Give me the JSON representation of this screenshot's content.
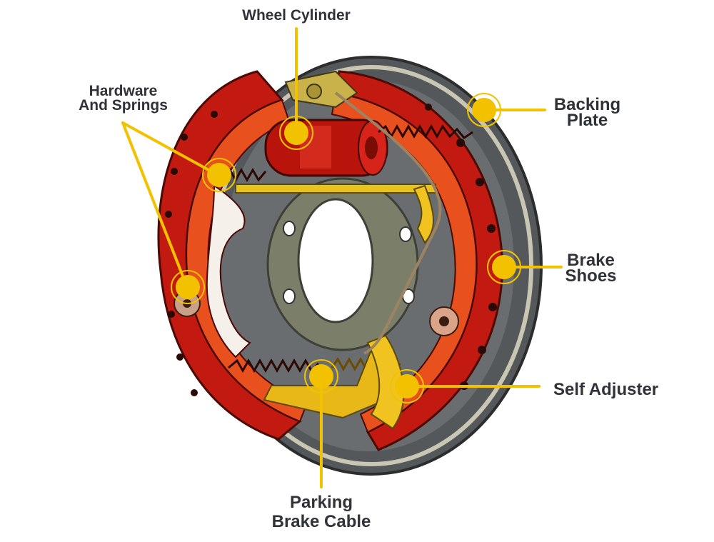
{
  "diagram": {
    "colors": {
      "accent": "#f2c200",
      "label_text": "#2f3238",
      "shoe_red": "#c21a10",
      "lining_orange": "#e8501e",
      "backing_plate": "#585a5c",
      "hub": "#7b7f6a"
    },
    "labels": {
      "wheel_cylinder": {
        "line1": "Wheel Cylinder"
      },
      "hardware": {
        "line1": "Hardware",
        "line2": "And Springs"
      },
      "backing_plate": {
        "line1": "Backing",
        "line2": "Plate"
      },
      "brake_shoes": {
        "line1": "Brake",
        "line2": "Shoes"
      },
      "self_adjuster": {
        "line1": "Self Adjuster"
      },
      "parking_cable": {
        "line1": "Parking",
        "line2": "Brake Cable"
      }
    }
  }
}
